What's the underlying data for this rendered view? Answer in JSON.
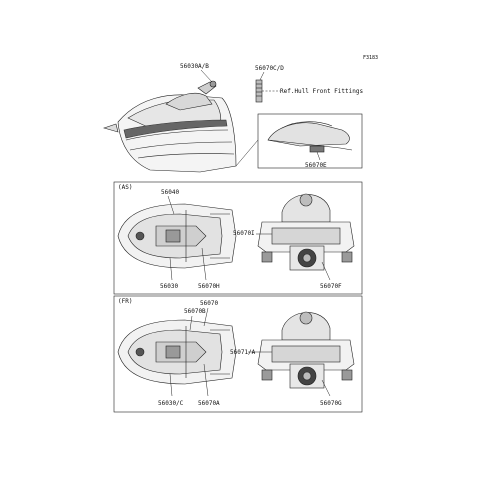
{
  "figure_number": "F3183",
  "top_section": {
    "callouts": {
      "part_56030AB": "56030A/B",
      "part_56070CD": "56070C/D",
      "ref_hull": "Ref.Hull Front Fittings",
      "part_56070E": "56070E"
    }
  },
  "as_section": {
    "tag": "(AS)",
    "callouts": {
      "part_56040": "56040",
      "part_56030": "56030",
      "part_56070H": "56070H",
      "part_56070I": "56070I",
      "part_56070F": "56070F"
    }
  },
  "fr_section": {
    "tag": "(FR)",
    "callouts": {
      "part_56070": "56070",
      "part_56070B": "56070B",
      "part_56071A": "56071/A",
      "part_56030C": "56030/C",
      "part_56070A": "56070A",
      "part_56070G": "56070G"
    }
  }
}
